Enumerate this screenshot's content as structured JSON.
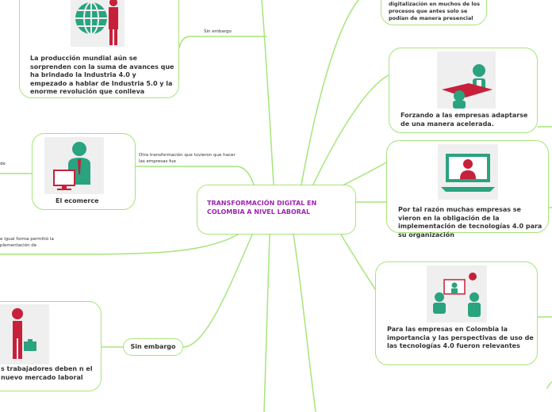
{
  "central": {
    "title": "TRANSFORMACIÓN DIGITAL EN COLOMBIA A NIVEL LABORAL"
  },
  "nodes": {
    "produccion": "La producción mundial aún se sorprenden con la suma de avances que ha brindado la Industria 4.0 y empezado a hablar de Industria 5.0 y la enorme revolución que conlleva",
    "ecomerce": "El ecomerce",
    "trabajadores": "s trabajadores deben n el nuevo mercado laboral",
    "digitalizacion": "digitalización en muchos de los procesos que antes solo se podían de manera presencial",
    "forzando": "Forzando a las empresas adaptarse de una manera acelerada.",
    "obligacion": "Por tal razón muchas empresas se vieron en la obligación de la implementación de tecnologías 4.0 para su organización",
    "colombia": "Para las empresas en Colombia la importancia y las perspectivas de uso de las tecnologías 4.0 fueron relevantes"
  },
  "labels": {
    "sin_embargo_top": "Sin embargo",
    "otra_transformacion": "Otra transformación que tuvieron que hacer las empresas fue",
    "de": "de",
    "igual_forma": "e igual forma permitió la plementación de",
    "sin_embargo_pill": "Sin embargo"
  },
  "icons": [
    "globe-person-icon",
    "person-computer-icon",
    "person-briefcase-icon",
    "meeting-icon",
    "video-call-icon",
    "remote-meeting-icon"
  ],
  "colors": {
    "border": "#a6e57a",
    "title": "#9c27b0",
    "teal": "#2aa37f",
    "red": "#c7203a"
  }
}
